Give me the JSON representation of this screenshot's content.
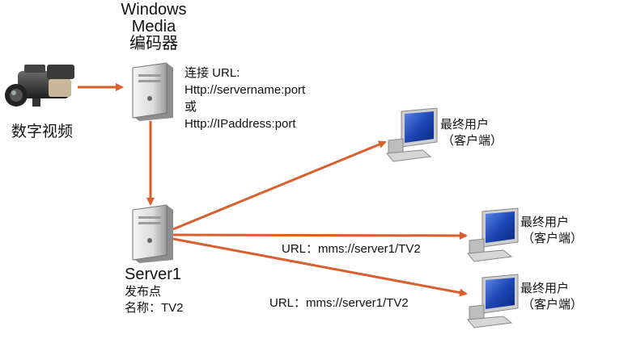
{
  "encoder": {
    "title_line1": "Windows",
    "title_line2": "Media",
    "title_line3": "编码器"
  },
  "camera": {
    "label": "数字视频",
    "icon": "video-camera-icon"
  },
  "connection": {
    "line1": "连接 URL:",
    "line2": "Http://servername:port",
    "line3": "或",
    "line4": "Http://IPaddress:port"
  },
  "server": {
    "name": "Server1",
    "role": "发布点",
    "pubname": "名称：TV2",
    "icon": "server-tower-icon"
  },
  "urls": [
    "URL：mms://server1/TV2",
    "URL：mms://server1/TV2"
  ],
  "clients": [
    {
      "line1": "最终用户",
      "line2": "（客户端）",
      "icon": "desktop-computer-icon"
    },
    {
      "line1": "最终用户",
      "line2": "（客户端）",
      "icon": "desktop-computer-icon"
    },
    {
      "line1": "最终用户",
      "line2": "（客户端）",
      "icon": "desktop-computer-icon"
    }
  ],
  "colors": {
    "arrow": "#d9602e",
    "screen": "#1e46b4"
  }
}
